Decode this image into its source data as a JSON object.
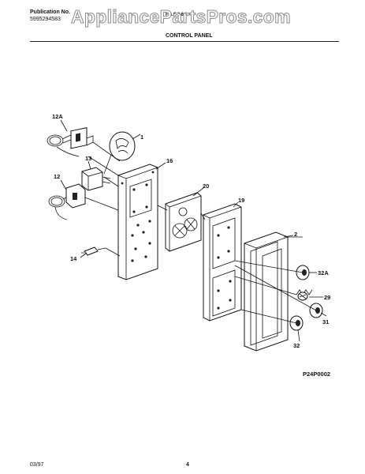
{
  "header": {
    "publication_label": "Publication No.",
    "publication_number": "5995294583",
    "model": "FAC064",
    "section_title": "CONTROL PANEL"
  },
  "watermark": "AppliancePartsPros.com",
  "diagram": {
    "callouts": [
      "12A",
      "1",
      "16",
      "13",
      "12",
      "20",
      "19",
      "2",
      "14",
      "32A",
      "29",
      "31",
      "32"
    ],
    "diagram_code": "P24P0002"
  },
  "footer": {
    "date": "03/97",
    "page": "4"
  }
}
